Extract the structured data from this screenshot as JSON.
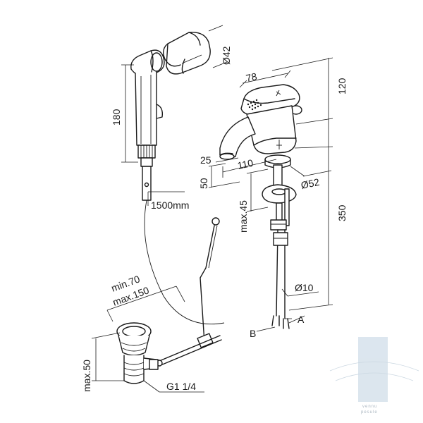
{
  "dimensions": {
    "hand_shower_holder_diameter": "Ø42",
    "hand_shower_length": "180",
    "hose_length": "1500mm",
    "lever_length": "78",
    "mixer_total_height": "120",
    "spout_height": "25",
    "spout_reach": "110",
    "body_offset": "50",
    "base_diameter": "Ø52",
    "max_deck_thickness": "max.45",
    "shank_length": "350",
    "pop_up_range": "min.70\nmax.150",
    "pop_up_min": "min.70",
    "pop_up_max": "max.150",
    "pipe_diameter": "Ø10",
    "waste_height": "max.50",
    "waste_thread": "G1 1/4",
    "point_a": "A",
    "point_b": "B"
  },
  "watermark": {
    "text": "vennu pesule",
    "line1": "vennu",
    "line2": "pesule",
    "color": "#b8c8d6"
  }
}
